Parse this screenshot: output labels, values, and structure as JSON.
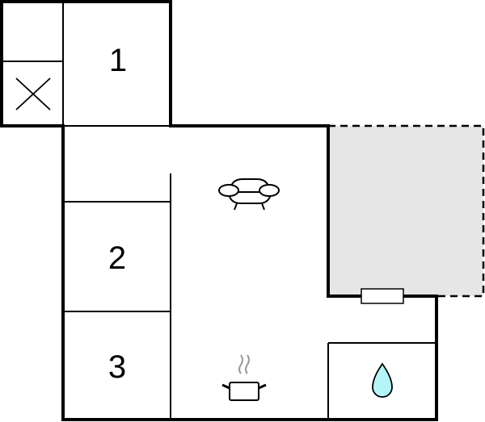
{
  "plan": {
    "rooms": [
      {
        "id": "bedroom-1",
        "label": "1"
      },
      {
        "id": "bedroom-2",
        "label": "2"
      },
      {
        "id": "bedroom-3",
        "label": "3"
      }
    ],
    "icons": {
      "toilet": "cross-icon",
      "living": "sofa-icon",
      "kitchen": "cooking-pot-icon",
      "bathroom": "water-drop-icon",
      "window": "window-icon"
    },
    "colors": {
      "wall": "#000000",
      "terrace_fill": "#e6e6e6",
      "water_drop": "#b3f5f8",
      "steam": "#999999"
    }
  }
}
